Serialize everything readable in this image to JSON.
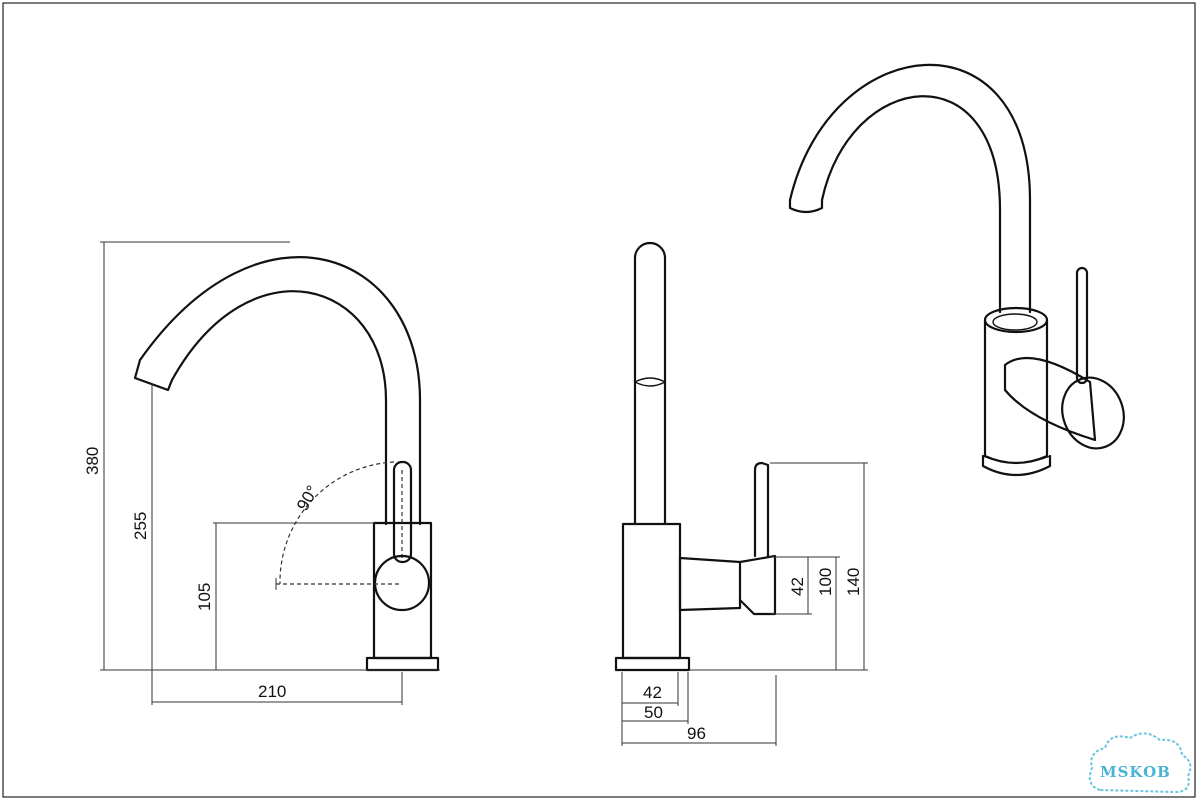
{
  "drawing": {
    "front_view": {
      "height_total": "380",
      "spout_height": "255",
      "handle_height": "105",
      "reach": "210",
      "handle_angle": "90°"
    },
    "side_view": {
      "handle_offset": "42",
      "handle_top": "100",
      "body_height": "140",
      "base_inner": "42",
      "base_outer": "50",
      "depth": "96"
    },
    "watermark": {
      "text": "MSKOB"
    }
  }
}
